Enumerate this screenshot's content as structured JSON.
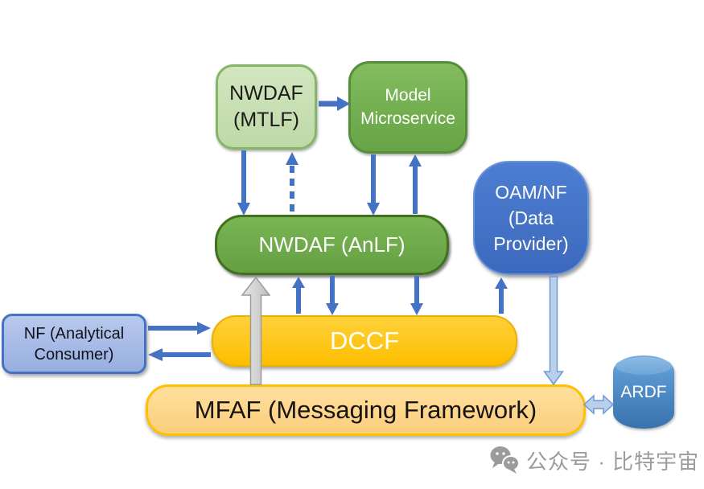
{
  "diagram": {
    "boxes": {
      "nwdaf_mtlf": {
        "line1": "NWDAF",
        "line2": "(MTLF)"
      },
      "model_microservice": {
        "line1": "Model",
        "line2": "Microservice"
      },
      "nwdaf_anlf": {
        "label": "NWDAF (AnLF)"
      },
      "oam_nf": {
        "line1": "OAM/NF",
        "line2": "(Data",
        "line3": "Provider)"
      },
      "nf_consumer": {
        "line1": "NF (Analytical",
        "line2": "Consumer)"
      },
      "dccf": {
        "label": "DCCF"
      },
      "mfaf": {
        "label": "MFAF (Messaging Framework)"
      },
      "ardf": {
        "label": "ARDF"
      }
    },
    "arrows": [
      {
        "from": "NWDAF (MTLF)",
        "to": "Model Microservice",
        "style": "solid-blue"
      },
      {
        "from": "NWDAF (MTLF)",
        "to": "NWDAF (AnLF)",
        "style": "solid-blue-down"
      },
      {
        "from": "NWDAF (AnLF)",
        "to": "NWDAF (MTLF)",
        "style": "dashed-blue-up"
      },
      {
        "from": "Model Microservice",
        "to": "NWDAF (AnLF)",
        "style": "solid-blue-down"
      },
      {
        "from": "NWDAF (AnLF)",
        "to": "Model Microservice",
        "style": "solid-blue-up"
      },
      {
        "from": "DCCF",
        "to": "NWDAF (AnLF)",
        "style": "solid-blue-up"
      },
      {
        "from": "NWDAF (AnLF)",
        "to": "DCCF",
        "style": "solid-blue-down-x2"
      },
      {
        "from": "DCCF",
        "to": "OAM/NF (Data Provider)",
        "style": "solid-blue-up"
      },
      {
        "from": "NF (Analytical Consumer)",
        "to": "DCCF",
        "style": "solid-blue-right"
      },
      {
        "from": "DCCF",
        "to": "NF (Analytical Consumer)",
        "style": "solid-blue-left"
      },
      {
        "from": "OAM/NF (Data Provider)",
        "to": "MFAF",
        "style": "light-blue-down"
      },
      {
        "from": "MFAF",
        "to": "ARDF",
        "style": "light-blue-double"
      },
      {
        "from": "MFAF",
        "to": "NWDAF (AnLF)",
        "style": "thick-gray-up"
      }
    ],
    "colors": {
      "light_green": "#c6deb2",
      "green": "#70ad47",
      "dark_green_border": "#41701f",
      "blue": "#4472c4",
      "light_blue_fill": "#b9cfea",
      "light_blue_edge": "#6d99d6",
      "gold": "#ffc000",
      "peach": "#fdd389",
      "steel_blue": "#4a85c0",
      "gray_arrow": "#d8d8d8",
      "watermark_gray": "#9b9b9b"
    }
  },
  "watermark": {
    "icon": "wechat-icon",
    "text": "公众号 · 比特宇宙"
  }
}
